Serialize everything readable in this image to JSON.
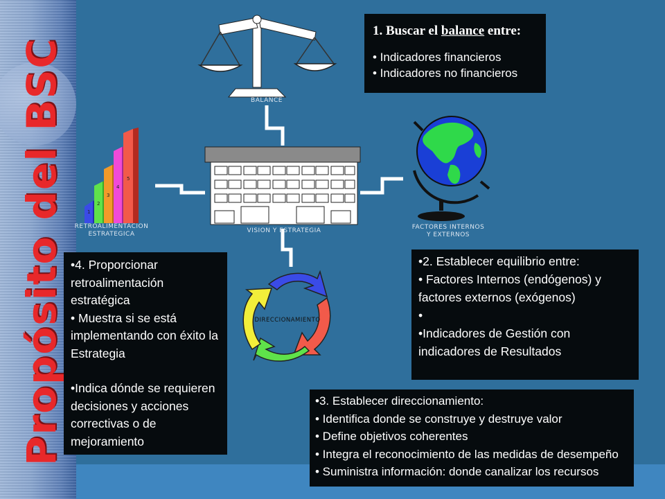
{
  "slide": {
    "vertical_title": "Propósito del BSC"
  },
  "labels": {
    "balance": "BALANCE",
    "vision": "VISION Y ESTRATEGIA",
    "factores": [
      "FACTORES INTERNOS",
      "Y EXTERNOS"
    ],
    "retro": [
      "RETROALIMENTACION",
      "ESTRATEGICA"
    ],
    "direccionamiento": "DIRECCIONAMIENTO",
    "bar_numbers": [
      "1",
      "2",
      "3",
      "4",
      "5"
    ]
  },
  "box1": {
    "title_prefix": "1. Buscar el ",
    "title_underlined": "balance",
    "title_suffix": " entre:",
    "items": [
      "• Indicadores financieros",
      "• Indicadores no financieros"
    ]
  },
  "box2": {
    "lines": [
      "•2. Establecer equilibrio entre:",
      "• Factores Internos (endógenos) y factores externos (exógenos)",
      "•",
      "•Indicadores de Gestión con indicadores de Resultados"
    ]
  },
  "box3": {
    "lines": [
      "•3. Establecer direccionamiento:",
      "• Identifica donde se construye y destruye valor",
      "• Define objetivos coherentes",
      "• Integra el reconocimiento de las medidas de desempeño",
      "• Suministra información: donde canalizar los recursos"
    ]
  },
  "box4": {
    "lines": [
      "•4. Proporcionar retroalimentación estratégica",
      "• Muestra si se está implementando con éxito la Estrategia",
      "",
      "•Indica dónde se requieren decisiones y acciones correctivas o de mejoramiento"
    ]
  },
  "colors": {
    "background": "#2f6f9c",
    "title": "#e8282a",
    "box": "#060b0e",
    "globe_ocean": "#1a3fd6",
    "globe_land": "#2fd94a"
  }
}
